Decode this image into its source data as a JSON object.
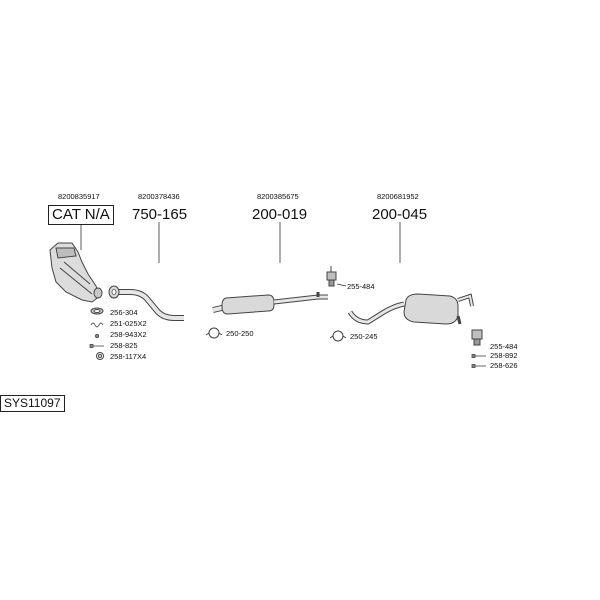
{
  "system_code": "SYS11097",
  "groups": [
    {
      "oem": "8200835917",
      "part": "CAT N/A"
    },
    {
      "oem": "8200378436",
      "part": "750-165"
    },
    {
      "oem": "8200385675",
      "part": "200-019"
    },
    {
      "oem": "8200681952",
      "part": "200-045"
    }
  ],
  "fittings_left": [
    "256-304",
    "251-025X2",
    "258-943X2",
    "258-825",
    "258-117X4"
  ],
  "clamp_1": "250-250",
  "clamp_2": "250-245",
  "hanger_mid": "255-484",
  "fittings_right": [
    "255-484",
    "258-892",
    "258-626"
  ],
  "colors": {
    "line": "#333333",
    "part_fill": "#d9d9d9",
    "part_stroke": "#444444"
  }
}
